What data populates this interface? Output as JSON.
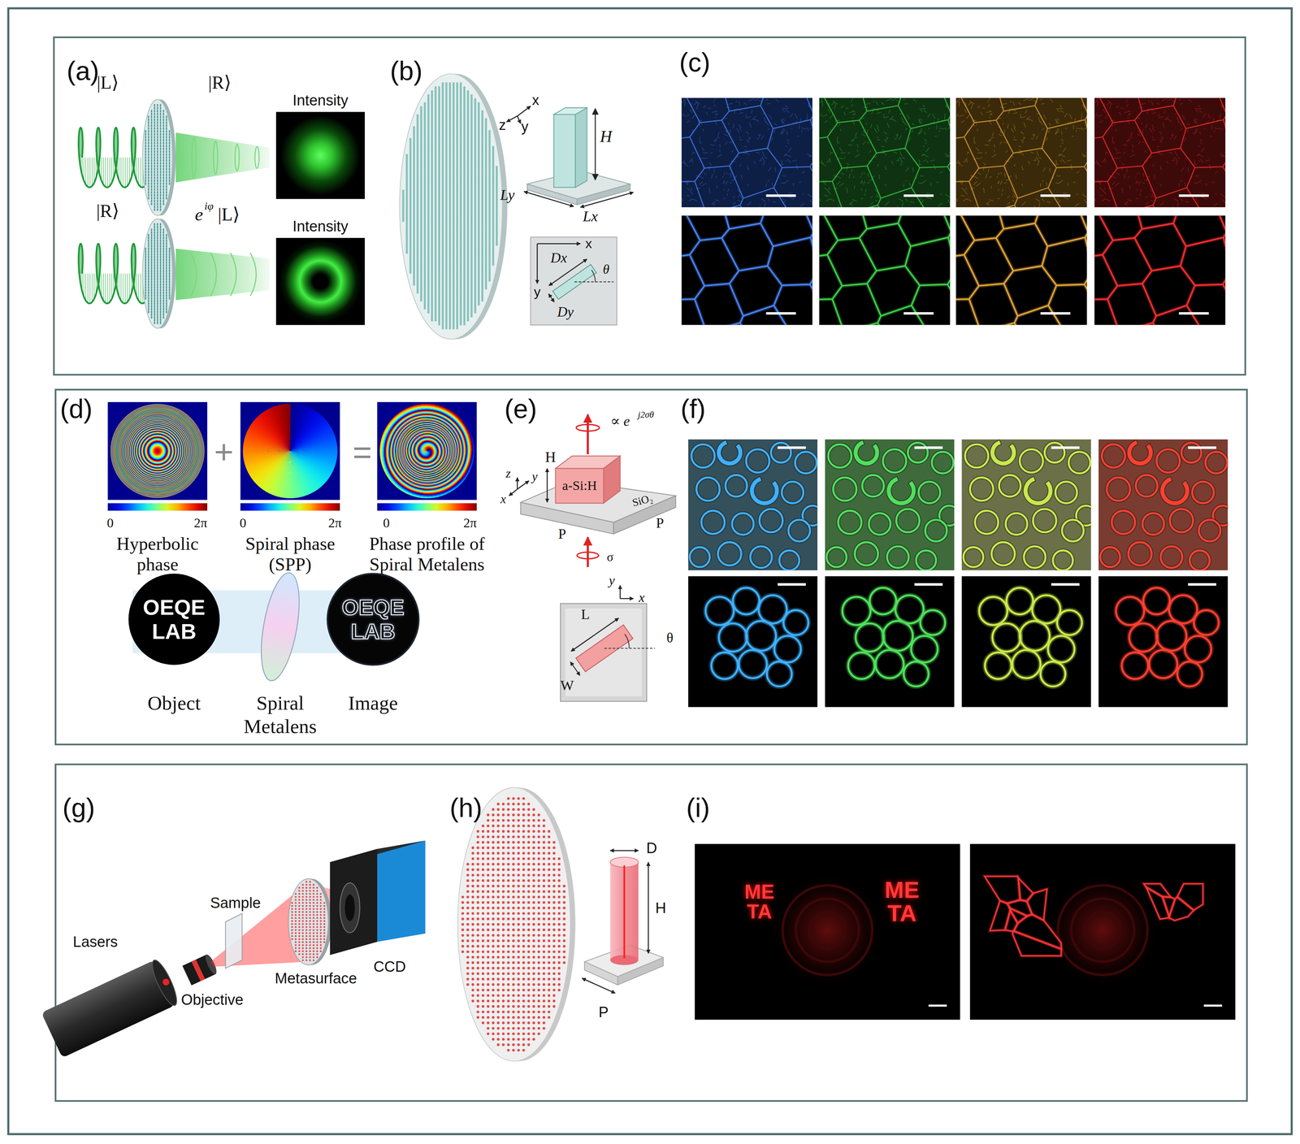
{
  "diagram": {
    "nodes": [
      {
        "text": [
          "Intensity"
        ]
      },
      {
        "text": [
          "Intensity"
        ]
      },
      {
        "text": [
          "Hyperbolic phase"
        ]
      },
      {
        "text": [
          "Spiral phase (SPP)"
        ]
      },
      {
        "text": [
          "Phase profile of Spiral Metalens"
        ]
      },
      {
        "text": [
          "OEQE LAB",
          "Object"
        ]
      },
      {
        "text": [
          "Spiral Metalens"
        ]
      },
      {
        "text": [
          "OEQE LAB",
          "Image"
        ]
      }
    ],
    "labels": [
      "(a)",
      "|L⟩",
      "|R⟩",
      "|R⟩",
      "e",
      "iφ",
      "|L⟩",
      "(b)",
      "x",
      "z",
      "y",
      "H",
      "Ly",
      "Lx",
      "Dx",
      "θ",
      "x",
      "y",
      "Dy",
      "(c)",
      "(d)",
      "+",
      "=",
      "0",
      "2π",
      "0",
      "2π",
      "0",
      "2π",
      "(e)",
      "∝ e",
      "j2σθ",
      "z",
      "y",
      "x",
      "H",
      "a-Si:H",
      "SiO₂",
      "P",
      "P",
      "σ",
      "y",
      "x",
      "L",
      "W",
      "θ",
      "(f)",
      "(g)",
      "Lasers",
      "Objective",
      "Sample",
      "Metasurface",
      "CCD",
      "(h)",
      "D",
      "H",
      "P",
      "(i)",
      "ME TA",
      "ME TA"
    ]
  }
}
